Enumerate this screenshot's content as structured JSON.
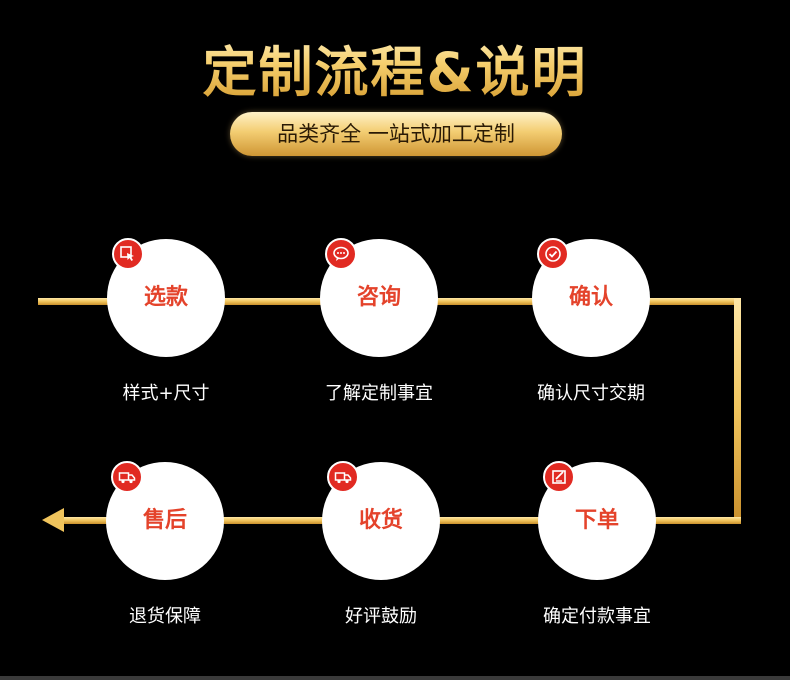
{
  "header": {
    "title": "定制流程&说明",
    "subtitle": "品类齐全 一站式加工定制"
  },
  "colors": {
    "background": "#000000",
    "gold": "#f0c45c",
    "badge_red": "#e12a22",
    "step_text": "#e4432b"
  },
  "steps": [
    {
      "label": "选款",
      "desc": "样式+尺寸",
      "icon": "cursor-select-icon"
    },
    {
      "label": "咨询",
      "desc": "了解定制事宜",
      "icon": "chat-bubble-icon"
    },
    {
      "label": "确认",
      "desc": "确认尺寸交期",
      "icon": "check-circle-icon"
    },
    {
      "label": "下单",
      "desc": "确定付款事宜",
      "icon": "order-form-icon"
    },
    {
      "label": "收货",
      "desc": "好评鼓励",
      "icon": "delivery-truck-icon"
    },
    {
      "label": "售后",
      "desc": "退货保障",
      "icon": "delivery-truck-icon"
    }
  ]
}
